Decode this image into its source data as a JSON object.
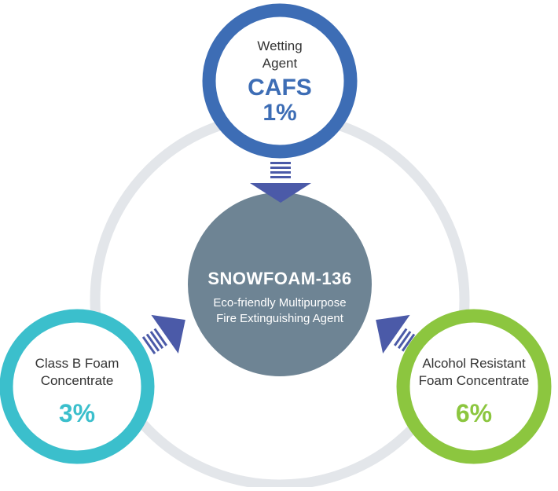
{
  "center": {
    "title": "SNOWFOAM-136",
    "subtitle_line1": "Eco-friendly Multipurpose",
    "subtitle_line2": "Fire Extinguishing Agent",
    "color": "#6e8494"
  },
  "nodes": {
    "top": {
      "label_line1": "Wetting",
      "label_line2": "Agent",
      "title": "CAFS",
      "value": "1%",
      "color": "#3d6db5"
    },
    "left": {
      "label_line1": "Class B Foam",
      "label_line2": "Concentrate",
      "value": "3%",
      "color": "#3bbfcc"
    },
    "right": {
      "label_line1": "Alcohol Resistant",
      "label_line2": "Foam Concentrate",
      "value": "6%",
      "color": "#8cc63f"
    }
  },
  "colors": {
    "ring": "#e3e6ea",
    "arrow": "#4b5aa8"
  }
}
